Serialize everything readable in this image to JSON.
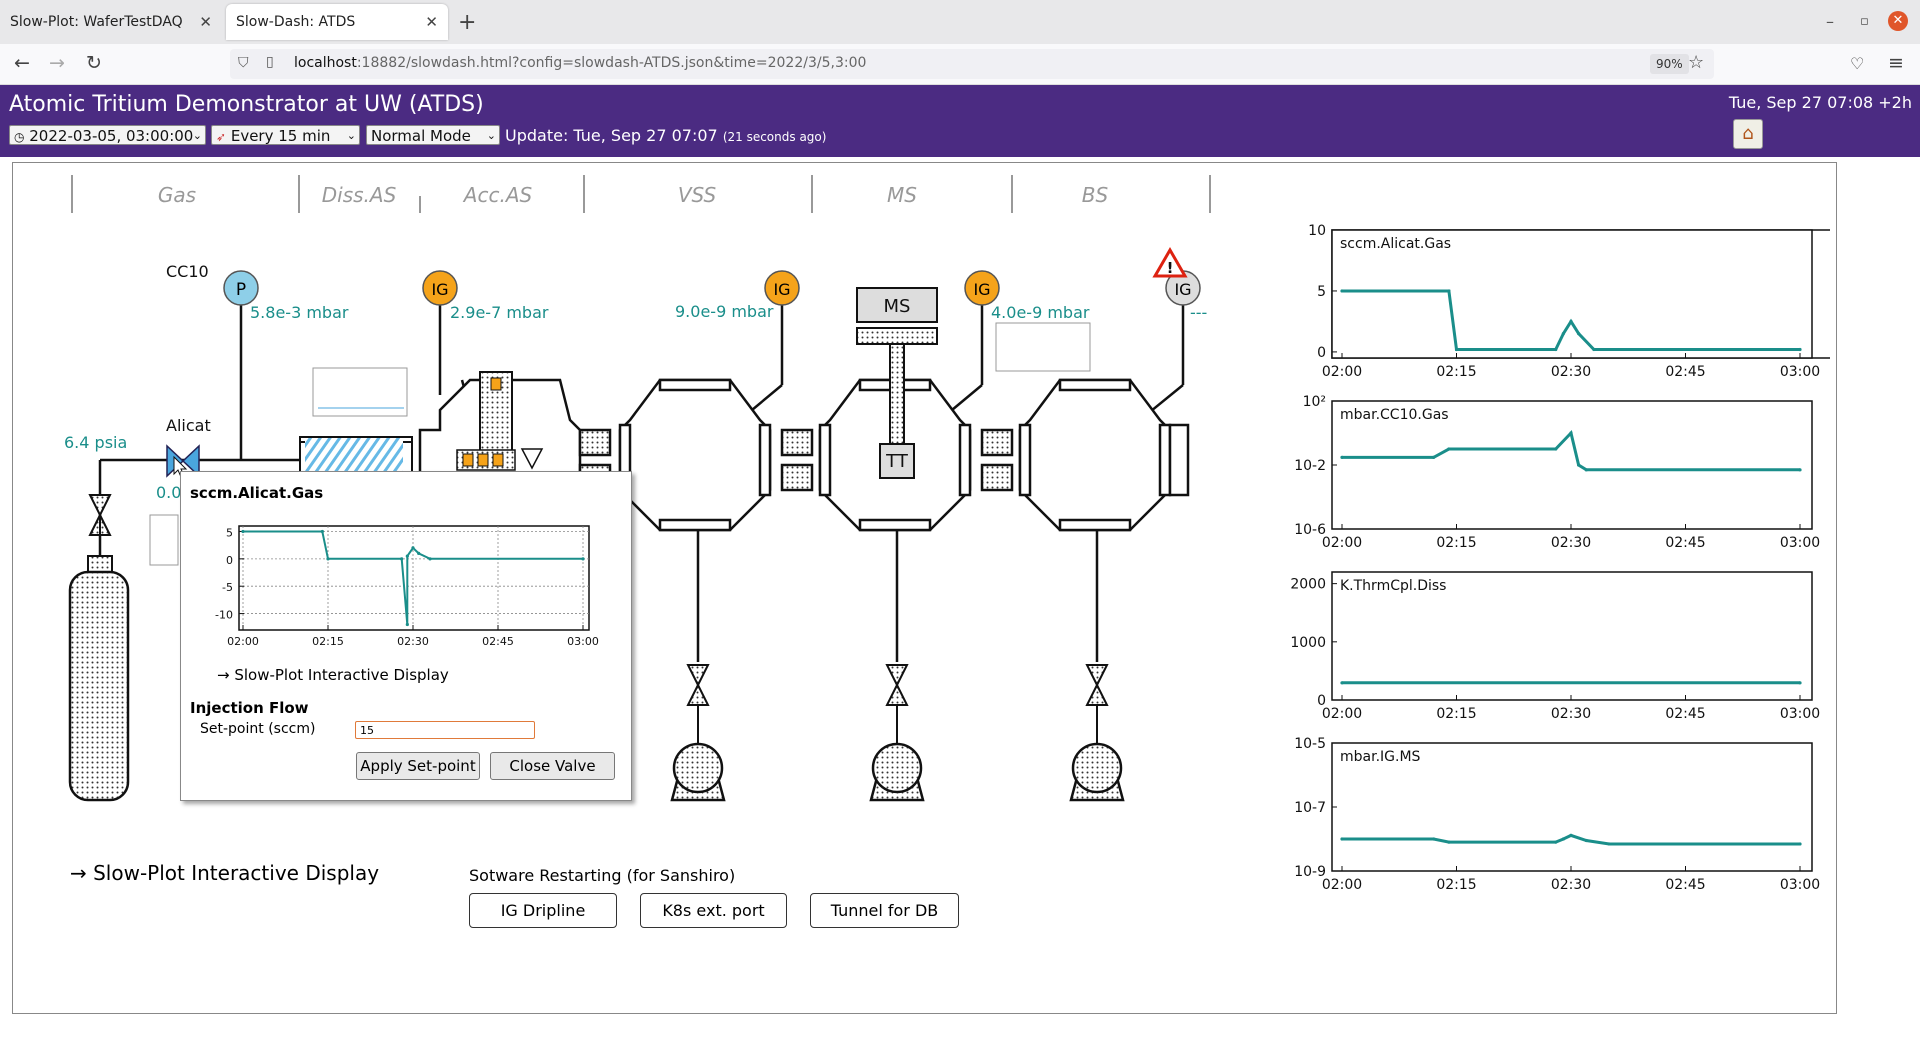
{
  "browser": {
    "tabs": [
      {
        "label": "Slow-Plot: WaferTestDAQ",
        "close": "✕"
      },
      {
        "label": "Slow-Dash: ATDS",
        "close": "✕"
      }
    ],
    "new_tab": "+",
    "url_host": "localhost",
    "url_rest": ":18882/slowdash.html?config=slowdash-ATDS.json&time=2022/3/5,3:00",
    "zoom": "90%"
  },
  "header": {
    "title": "Atomic Tritium Demonstrator at UW (ATDS)",
    "clock": "Tue, Sep 27 07:08 +2h",
    "time_select": "2022-03-05, 03:00:00",
    "refresh_select": "Every 15 min",
    "mode_select": "Normal Mode",
    "update_text": "Update: Tue, Sep 27 07:07",
    "update_ago": "(21 seconds ago)"
  },
  "sections": [
    "Gas",
    "Diss.AS",
    "Acc.AS",
    "VSS",
    "MS",
    "BS"
  ],
  "diagram": {
    "cc10_label": "CC10",
    "gauges": {
      "p": "P",
      "ig": "IG"
    },
    "readings": {
      "cc10": "5.8e-3 mbar",
      "ig_diss": "2.9e-7 mbar",
      "ig_vss": "9.0e-9 mbar",
      "ig_bs": "4.0e-9 mbar",
      "ig_last": "---",
      "psia": "6.4 psia",
      "alicat_partial": "0.0"
    },
    "alicat_label": "Alicat",
    "ms_label": "MS",
    "tt_label": "TT"
  },
  "popup": {
    "title": "sccm.Alicat.Gas",
    "link": "→ Slow-Plot Interactive Display",
    "section": "Injection Flow",
    "setpoint_label": "Set-point (sccm)",
    "setpoint_value": "15",
    "apply_button": "Apply Set-point",
    "close_button": "Close Valve"
  },
  "bottom": {
    "link": "→ Slow-Plot Interactive Display",
    "restart_label": "Sotware Restarting (for Sanshiro)",
    "buttons": [
      "IG Dripline",
      "K8s ext. port",
      "Tunnel for DB"
    ]
  },
  "colors": {
    "accent": "#4b2b82",
    "trace": "#1a8e8a",
    "gauge_p": "#8ecfe8",
    "gauge_ig": "#f5a31a"
  },
  "chart_data": [
    {
      "type": "line",
      "title": "sccm.Alicat.Gas",
      "xtick_labels": [
        "02:00",
        "02:15",
        "02:30",
        "02:45",
        "03:00"
      ],
      "yticks": [
        "0",
        "5",
        "10"
      ],
      "ylim": [
        -0.5,
        10
      ],
      "x": [
        "02:00",
        "02:14",
        "02:15",
        "02:28",
        "02:29",
        "02:30",
        "02:31",
        "02:33",
        "03:00"
      ],
      "values": [
        5,
        5,
        0.2,
        0.2,
        1.5,
        2.5,
        1.5,
        0.2,
        0.2
      ]
    },
    {
      "type": "line",
      "title": "mbar.CC10.Gas",
      "yscale": "log",
      "xtick_labels": [
        "02:00",
        "02:15",
        "02:30",
        "02:45",
        "03:00"
      ],
      "ytick_labels": [
        "10-6",
        "10-2",
        "10²"
      ],
      "ylim": [
        1e-06,
        100
      ],
      "x": [
        "02:00",
        "02:12",
        "02:14",
        "02:28",
        "02:30",
        "02:31",
        "02:32",
        "03:00"
      ],
      "values": [
        0.03,
        0.03,
        0.1,
        0.1,
        1,
        0.01,
        0.005,
        0.005
      ]
    },
    {
      "type": "line",
      "title": "K.ThrmCpl.Diss",
      "xtick_labels": [
        "02:00",
        "02:15",
        "02:30",
        "02:45",
        "03:00"
      ],
      "yticks": [
        "0",
        "1000",
        "2000"
      ],
      "ylim": [
        0,
        2200
      ],
      "x": [
        "02:00",
        "03:00"
      ],
      "values": [
        295,
        295
      ]
    },
    {
      "type": "line",
      "title": "mbar.IG.MS",
      "yscale": "log",
      "xtick_labels": [
        "02:00",
        "02:15",
        "02:30",
        "02:45",
        "03:00"
      ],
      "ytick_labels": [
        "10-9",
        "10-7",
        "10-5"
      ],
      "ylim": [
        1e-09,
        1e-05
      ],
      "x": [
        "02:00",
        "02:12",
        "02:14",
        "02:28",
        "02:29",
        "02:30",
        "02:32",
        "02:35",
        "03:00"
      ],
      "values": [
        1e-08,
        1e-08,
        8e-09,
        8e-09,
        1e-08,
        1.3e-08,
        9e-09,
        7e-09,
        7e-09
      ]
    },
    {
      "type": "line",
      "title": "sccm.Alicat.Gas",
      "xtick_labels": [
        "02:00",
        "02:15",
        "02:30",
        "02:45",
        "03:00"
      ],
      "yticks": [
        "5",
        "0",
        "-5",
        "-10"
      ],
      "ylim": [
        -13,
        6
      ],
      "x": [
        "02:00",
        "02:14",
        "02:15",
        "02:28",
        "02:29",
        "02:29",
        "02:30",
        "02:31",
        "02:33",
        "03:00"
      ],
      "values": [
        5,
        5,
        0,
        0,
        -12,
        0.5,
        2,
        1,
        0,
        0
      ]
    }
  ]
}
